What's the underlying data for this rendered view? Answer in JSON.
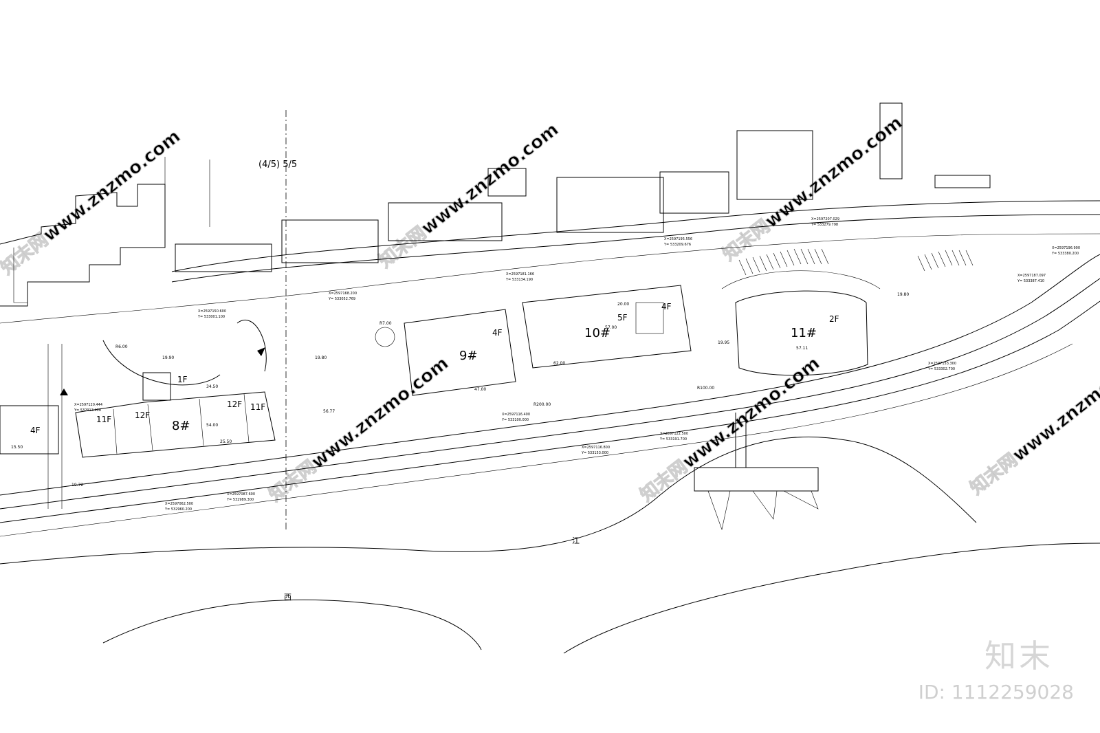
{
  "sheet": {
    "title_label": "(4/5) 5/5",
    "river_label_1": "江",
    "river_label_2": "西"
  },
  "buildings": [
    {
      "id": "8",
      "label": "8#"
    },
    {
      "id": "9",
      "label": "9#"
    },
    {
      "id": "10",
      "label": "10#"
    },
    {
      "id": "11",
      "label": "11#"
    }
  ],
  "floor_labels": [
    "4F",
    "1F",
    "12F",
    "11F",
    "12F",
    "11F",
    "4F",
    "5F",
    "4F",
    "2F"
  ],
  "dimension_labels": [
    "19.90",
    "19.80",
    "20.00",
    "57.00",
    "57.11",
    "56.77",
    "54.00",
    "34.50",
    "25.50",
    "19.72",
    "R6.00",
    "R7.00",
    "R100.00",
    "R200.00",
    "19.95",
    "19.80",
    "47.00",
    "62.00",
    "15.50"
  ],
  "coordinates": [
    {
      "x": "X=2597207.029",
      "y": "Y= 533279.798"
    },
    {
      "x": "X=2597195.556",
      "y": "Y= 533209.676"
    },
    {
      "x": "X=2597181.166",
      "y": "Y= 533134.190"
    },
    {
      "x": "X=2597168.200",
      "y": "Y= 533052.769"
    },
    {
      "x": "X=2597150.600",
      "y": "Y= 533001.100"
    },
    {
      "x": "X=2597120.444",
      "y": "Y= 532913.428"
    },
    {
      "x": "X=2597062.500",
      "y": "Y= 532960.200"
    },
    {
      "x": "X=2597087.600",
      "y": "Y= 532989.300"
    },
    {
      "x": "X=2597116.400",
      "y": "Y= 533100.000"
    },
    {
      "x": "X=2597116.800",
      "y": "Y= 533153.000"
    },
    {
      "x": "X=2597122.500",
      "y": "Y= 533191.700"
    },
    {
      "x": "X=2597196.900",
      "y": "Y= 533380.200"
    },
    {
      "x": "X=2597187.097",
      "y": "Y= 533387.410"
    },
    {
      "x": "X=2597153.300",
      "y": "Y= 533302.700"
    }
  ],
  "watermarks": {
    "diagonal": "知末网www.znzmo.com",
    "logo": "知末",
    "id_text": "ID: 1112259028"
  },
  "colors": {
    "line": "#000000",
    "background": "#ffffff",
    "watermark": "#d0d0d0"
  }
}
